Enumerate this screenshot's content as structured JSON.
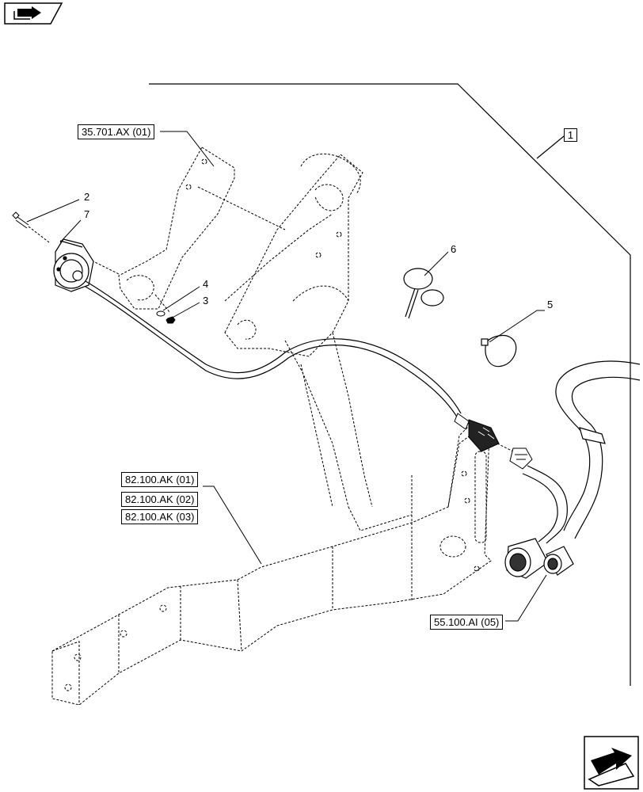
{
  "assembly_ref": "1",
  "references": {
    "bracket": "35.701.AX (01)",
    "frame": [
      "82.100.AK (01)",
      "82.100.AK (02)",
      "82.100.AK (03)"
    ],
    "connector": "55.100.AI (05)"
  },
  "callouts": [
    "2",
    "7",
    "4",
    "3",
    "6",
    "5"
  ],
  "icons": {
    "top_left": "book-arrow-icon",
    "bottom_right": "next-page-arrow-icon"
  },
  "colors": {
    "line": "#000000",
    "background": "#ffffff"
  }
}
